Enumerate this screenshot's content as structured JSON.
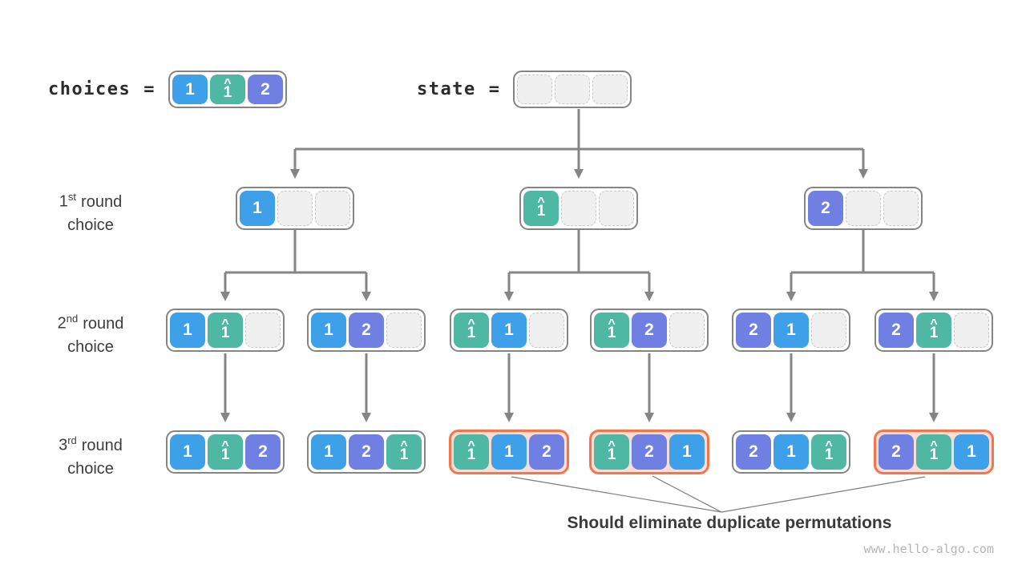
{
  "palette": {
    "blue": "#3da0e8",
    "teal": "#4eb8a5",
    "purple": "#7080e2",
    "line": "#858585",
    "box_border": "#858585",
    "dup_border": "#f1764d",
    "dup_bg": "#fbddd4",
    "empty_bg": "#f0f0f0",
    "empty_border": "#c8c8c8",
    "text": "#3d3d3d",
    "watermark": "#b5b5b5"
  },
  "header": {
    "choices_label": "choices",
    "state_label": "state",
    "equals": "=",
    "choices_cells": [
      {
        "v": "1",
        "c": "blue"
      },
      {
        "v": "1",
        "c": "teal",
        "hat": true
      },
      {
        "v": "2",
        "c": "purple"
      }
    ],
    "state_cells": [
      {
        "c": "empty"
      },
      {
        "c": "empty"
      },
      {
        "c": "empty"
      }
    ]
  },
  "row_labels": [
    {
      "ordinal": "1",
      "suffix": "st",
      "word": "round",
      "line2": "choice"
    },
    {
      "ordinal": "2",
      "suffix": "nd",
      "word": "round",
      "line2": "choice"
    },
    {
      "ordinal": "3",
      "suffix": "rd",
      "word": "round",
      "line2": "choice"
    }
  ],
  "tree": {
    "round1": [
      {
        "cells": [
          {
            "v": "1",
            "c": "blue"
          },
          {
            "c": "empty"
          },
          {
            "c": "empty"
          }
        ]
      },
      {
        "cells": [
          {
            "v": "1",
            "c": "teal",
            "hat": true
          },
          {
            "c": "empty"
          },
          {
            "c": "empty"
          }
        ]
      },
      {
        "cells": [
          {
            "v": "2",
            "c": "purple"
          },
          {
            "c": "empty"
          },
          {
            "c": "empty"
          }
        ]
      }
    ],
    "round2": [
      {
        "cells": [
          {
            "v": "1",
            "c": "blue"
          },
          {
            "v": "1",
            "c": "teal",
            "hat": true
          },
          {
            "c": "empty"
          }
        ]
      },
      {
        "cells": [
          {
            "v": "1",
            "c": "blue"
          },
          {
            "v": "2",
            "c": "purple"
          },
          {
            "c": "empty"
          }
        ]
      },
      {
        "cells": [
          {
            "v": "1",
            "c": "teal",
            "hat": true
          },
          {
            "v": "1",
            "c": "blue"
          },
          {
            "c": "empty"
          }
        ]
      },
      {
        "cells": [
          {
            "v": "1",
            "c": "teal",
            "hat": true
          },
          {
            "v": "2",
            "c": "purple"
          },
          {
            "c": "empty"
          }
        ]
      },
      {
        "cells": [
          {
            "v": "2",
            "c": "purple"
          },
          {
            "v": "1",
            "c": "blue"
          },
          {
            "c": "empty"
          }
        ]
      },
      {
        "cells": [
          {
            "v": "2",
            "c": "purple"
          },
          {
            "v": "1",
            "c": "teal",
            "hat": true
          },
          {
            "c": "empty"
          }
        ]
      }
    ],
    "round3": [
      {
        "cells": [
          {
            "v": "1",
            "c": "blue"
          },
          {
            "v": "1",
            "c": "teal",
            "hat": true
          },
          {
            "v": "2",
            "c": "purple"
          }
        ],
        "duplicate": false
      },
      {
        "cells": [
          {
            "v": "1",
            "c": "blue"
          },
          {
            "v": "2",
            "c": "purple"
          },
          {
            "v": "1",
            "c": "teal",
            "hat": true
          }
        ],
        "duplicate": false
      },
      {
        "cells": [
          {
            "v": "1",
            "c": "teal",
            "hat": true
          },
          {
            "v": "1",
            "c": "blue"
          },
          {
            "v": "2",
            "c": "purple"
          }
        ],
        "duplicate": true
      },
      {
        "cells": [
          {
            "v": "1",
            "c": "teal",
            "hat": true
          },
          {
            "v": "2",
            "c": "purple"
          },
          {
            "v": "1",
            "c": "blue"
          }
        ],
        "duplicate": true
      },
      {
        "cells": [
          {
            "v": "2",
            "c": "purple"
          },
          {
            "v": "1",
            "c": "blue"
          },
          {
            "v": "1",
            "c": "teal",
            "hat": true
          }
        ],
        "duplicate": false
      },
      {
        "cells": [
          {
            "v": "2",
            "c": "purple"
          },
          {
            "v": "1",
            "c": "teal",
            "hat": true
          },
          {
            "v": "1",
            "c": "blue"
          }
        ],
        "duplicate": true
      }
    ]
  },
  "annotation": {
    "text": "Should eliminate duplicate permutations"
  },
  "watermark": "www.hello-algo.com"
}
